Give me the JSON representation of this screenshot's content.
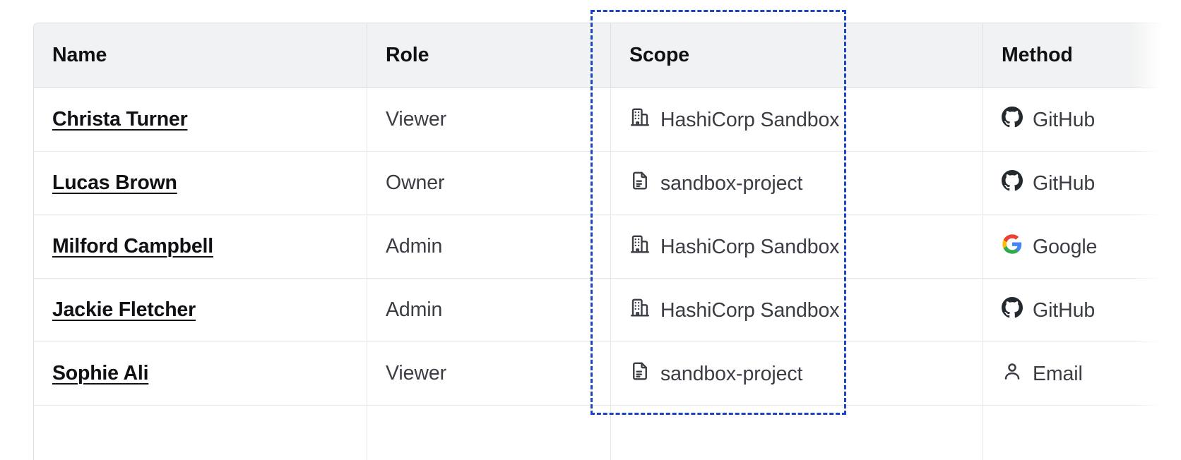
{
  "table": {
    "columns": [
      {
        "key": "name",
        "label": "Name"
      },
      {
        "key": "role",
        "label": "Role"
      },
      {
        "key": "scope",
        "label": "Scope"
      },
      {
        "key": "method",
        "label": "Method"
      }
    ],
    "rows": [
      {
        "name": "Christa Turner",
        "role": "Viewer",
        "scope": "HashiCorp Sandbox",
        "scope_icon": "org-building-icon",
        "method": "GitHub",
        "method_icon": "github-icon"
      },
      {
        "name": "Lucas Brown",
        "role": "Owner",
        "scope": "sandbox-project",
        "scope_icon": "project-document-icon",
        "method": "GitHub",
        "method_icon": "github-icon"
      },
      {
        "name": "Milford Campbell",
        "role": "Admin",
        "scope": "HashiCorp Sandbox",
        "scope_icon": "org-building-icon",
        "method": "Google",
        "method_icon": "google-icon"
      },
      {
        "name": "Jackie Fletcher",
        "role": "Admin",
        "scope": "HashiCorp Sandbox",
        "scope_icon": "org-building-icon",
        "method": "GitHub",
        "method_icon": "github-icon"
      },
      {
        "name": "Sophie Ali",
        "role": "Viewer",
        "scope": "sandbox-project",
        "scope_icon": "project-document-icon",
        "method": "Email",
        "method_icon": "user-person-icon"
      }
    ]
  },
  "highlight": {
    "target_column": "Scope",
    "color": "#1b44c8",
    "style": "dashed"
  },
  "colors": {
    "header_bg": "#f1f2f3",
    "header_text": "#0f1115",
    "body_text": "#3b3d45",
    "link_text": "#0f1115",
    "border": "#dedfe3",
    "row_border": "#e6e7ea",
    "github": "#24292f",
    "google_blue": "#4285f4",
    "google_red": "#ea4335",
    "google_yellow": "#fbbc05",
    "google_green": "#34a853"
  }
}
